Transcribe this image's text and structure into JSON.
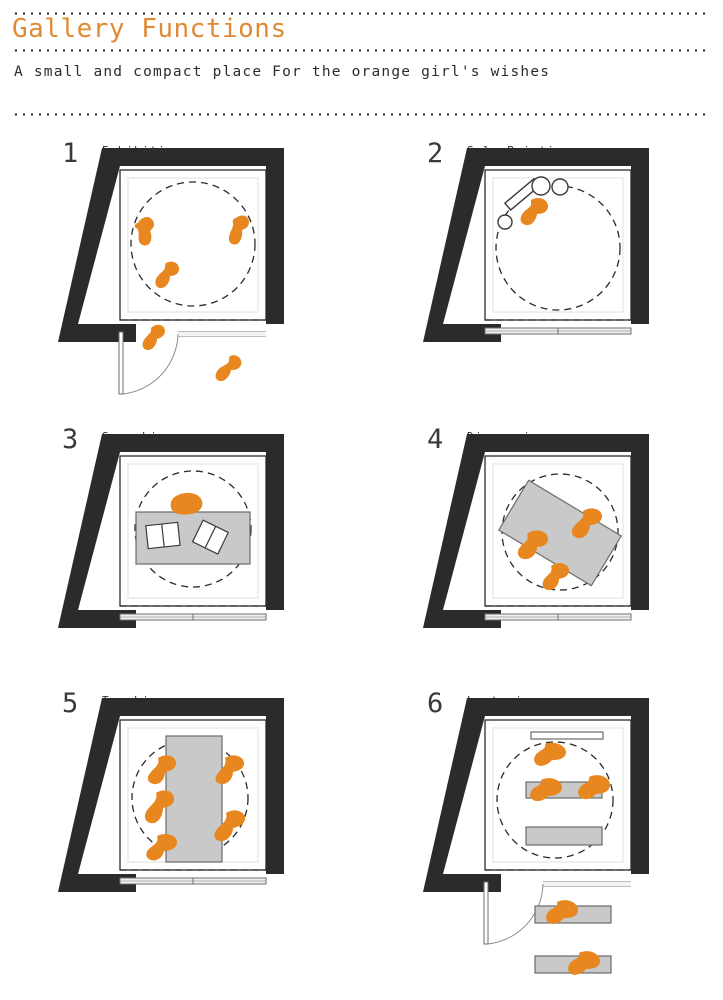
{
  "header": {
    "title": "Gallery Functions",
    "subtitle": "A small and compact place For the orange girl's wishes",
    "title_color": "#e08a33",
    "rule_style": "dotted"
  },
  "colors": {
    "orange_figure": "#e8871f",
    "wall_dark": "#2b2b2b",
    "furniture_gray": "#c9c9c9",
    "room_fill": "#ffffff",
    "inner_band": "#fbfbfb",
    "text": "#2d2d2d"
  },
  "legend": {
    "dashed_circle_meaning": "turning-circle",
    "gray_block_meaning": "furniture",
    "orange_figure_meaning": "person"
  },
  "panels": [
    {
      "number": "1",
      "label": "Exhibition",
      "door_open": true,
      "figures_inside": 3,
      "figures_outside": 2,
      "furniture": [],
      "notes": "people circulating around the turning circle; entrance door swung open"
    },
    {
      "number": "2",
      "label": "Solo Painting",
      "door_open": false,
      "figures_inside": 1,
      "figures_outside": 0,
      "furniture": [
        "easel",
        "stool",
        "stool",
        "palette"
      ],
      "notes": "single painter at easel in the upper-left of the room"
    },
    {
      "number": "3",
      "label": "Searching",
      "door_open": false,
      "figures_inside": 1,
      "figures_outside": 0,
      "furniture": [
        "horizontal-table",
        "open-book",
        "open-book"
      ],
      "notes": "one person browsing books on a long horizontal table"
    },
    {
      "number": "4",
      "label": "Discussing",
      "door_open": false,
      "figures_inside": 3,
      "figures_outside": 0,
      "furniture": [
        "rotated-table"
      ],
      "notes": "three people seated around a diagonally rotated table"
    },
    {
      "number": "5",
      "label": "Teaching",
      "door_open": false,
      "figures_inside": 5,
      "figures_outside": 0,
      "furniture": [
        "vertical-table"
      ],
      "notes": "five people around a tall vertical table"
    },
    {
      "number": "6",
      "label": "Lecturing",
      "door_open": true,
      "figures_inside": 3,
      "figures_outside": 2,
      "furniture": [
        "screen-board",
        "bench",
        "bench",
        "bench-outside",
        "bench-outside"
      ],
      "notes": "audience on benches facing a screen; seating spills outside the open door"
    }
  ]
}
